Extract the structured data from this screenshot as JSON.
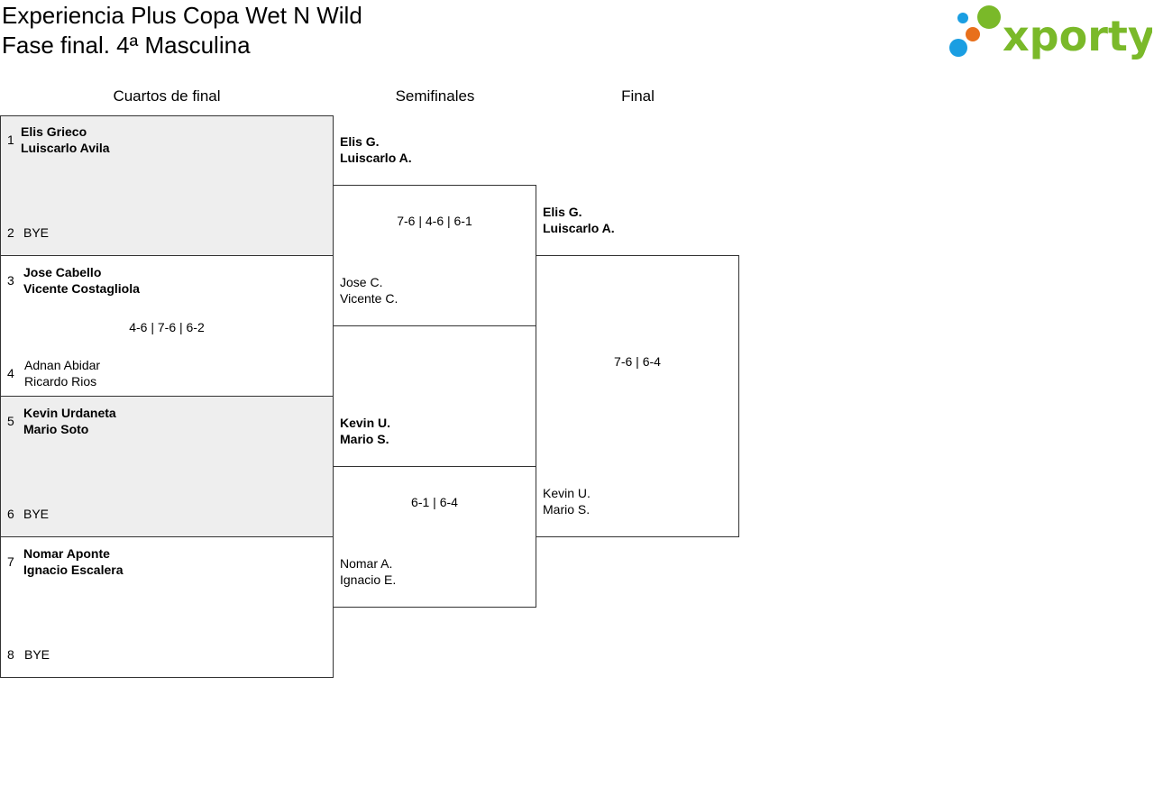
{
  "header": {
    "title_line1": "Experiencia Plus Copa Wet N Wild",
    "title_line2": "Fase final. 4ª Masculina",
    "logo_text": "xporty",
    "logo_colors": {
      "green": "#7ab929",
      "blue": "#1a9ee2",
      "orange": "#e8701c"
    }
  },
  "rounds": {
    "quarterfinals": "Cuartos de final",
    "semifinals": "Semifinales",
    "final": "Final"
  },
  "quarterfinals": [
    {
      "top": {
        "seed": "1",
        "p1": "Elis Grieco",
        "p2": "Luiscarlo Avila"
      },
      "bottom": {
        "seed": "2",
        "p1": "BYE",
        "p2": ""
      },
      "score": ""
    },
    {
      "top": {
        "seed": "3",
        "p1": "Jose Cabello",
        "p2": "Vicente Costagliola"
      },
      "bottom": {
        "seed": "4",
        "p1": "Adnan Abidar",
        "p2": "Ricardo Rios"
      },
      "score": "4-6 | 7-6 | 6-2"
    },
    {
      "top": {
        "seed": "5",
        "p1": "Kevin Urdaneta",
        "p2": "Mario Soto"
      },
      "bottom": {
        "seed": "6",
        "p1": "BYE",
        "p2": ""
      },
      "score": ""
    },
    {
      "top": {
        "seed": "7",
        "p1": "Nomar Aponte",
        "p2": "Ignacio Escalera"
      },
      "bottom": {
        "seed": "8",
        "p1": "BYE",
        "p2": ""
      },
      "score": ""
    }
  ],
  "semifinals": [
    {
      "top": {
        "p1": "Elis G.",
        "p2": "Luiscarlo A."
      },
      "bottom": {
        "p1": "Jose C.",
        "p2": "Vicente C."
      },
      "score": "7-6 | 4-6 | 6-1"
    },
    {
      "top": {
        "p1": "Kevin U.",
        "p2": "Mario S."
      },
      "bottom": {
        "p1": "Nomar A.",
        "p2": "Ignacio E."
      },
      "score": "6-1 | 6-4"
    }
  ],
  "final": {
    "top": {
      "p1": "Elis G.",
      "p2": "Luiscarlo A."
    },
    "bottom": {
      "p1": "Kevin U.",
      "p2": "Mario S."
    },
    "score": "7-6 | 6-4"
  }
}
